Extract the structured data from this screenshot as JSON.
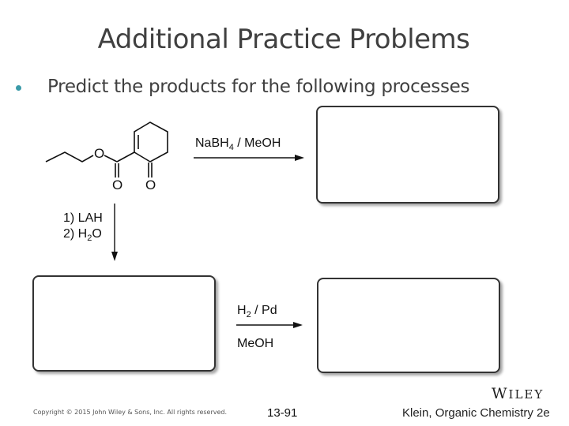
{
  "slide": {
    "title": "Additional Practice Problems",
    "bullet": "Predict the products for the following processes",
    "bullet_color": "#3a9aa8"
  },
  "reactions": {
    "r1": {
      "reagent": "NaBH4 / MeOH",
      "reagent_main": "NaBH",
      "reagent_sub": "4",
      "reagent_tail": " / MeOH"
    },
    "r2": {
      "step1": "1) LAH",
      "step2_main": "2) H",
      "step2_sub": "2",
      "step2_tail": "O"
    },
    "r3": {
      "above_main": "H",
      "above_sub": "2",
      "above_tail": " / Pd",
      "below": "MeOH"
    }
  },
  "molecule": {
    "atoms": {
      "o_ester": "O",
      "o_carbonyl_ester": "O",
      "o_ketone": "O"
    }
  },
  "answer_boxes": [
    "product-box-1",
    "product-box-2",
    "product-box-3"
  ],
  "footer": {
    "copyright": "Copyright © 2015 John Wiley & Sons, Inc. All rights reserved.",
    "page": "13-91",
    "book": "Klein, Organic Chemistry 2e",
    "publisher_first": "W",
    "publisher_rest": "ILEY"
  }
}
